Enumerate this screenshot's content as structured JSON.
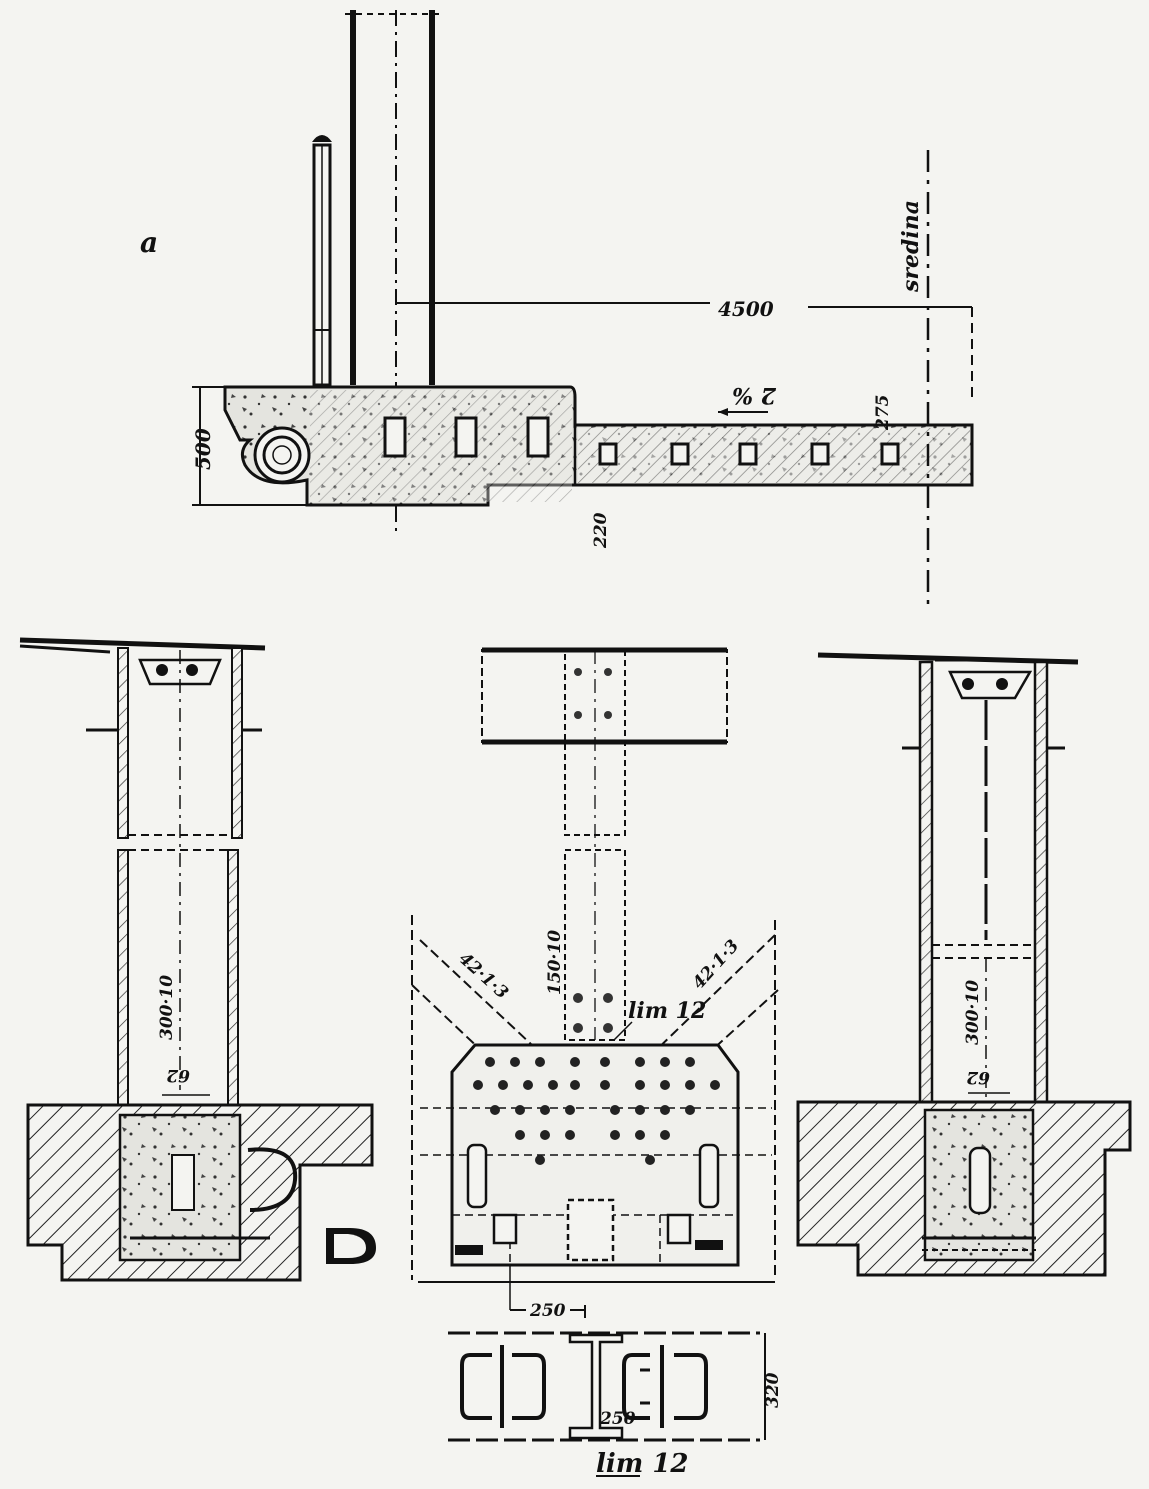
{
  "labels": {
    "panel_a": "a",
    "sredina": "sredina",
    "dim_4500": "4500",
    "slope": "2 %",
    "dim_500": "500",
    "dim_220": "220",
    "dim_275": "275",
    "pipe_left": "300·10",
    "pipe_right": "300·10",
    "small_dim_left": "62",
    "small_dim_right": "62",
    "center_rod": "150·10",
    "diag_left": "42·1·3",
    "diag_right": "42·1·3",
    "lim_center": "lim 12",
    "dim_250": "250",
    "dim_320": "320",
    "dim_250_plan": "250",
    "lim_bottom": "lim 12"
  }
}
